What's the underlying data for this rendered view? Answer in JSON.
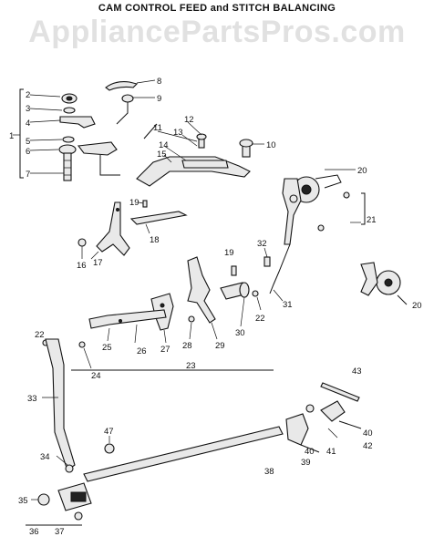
{
  "title": "CAM CONTROL FEED and STITCH BALANCING",
  "watermark": "AppliancePartsPros.com",
  "parts": [
    "1",
    "2",
    "3",
    "4",
    "5",
    "6",
    "7",
    "8",
    "9",
    "10",
    "11",
    "12",
    "13",
    "14",
    "15",
    "16",
    "17",
    "18",
    "19",
    "19",
    "20",
    "20",
    "21",
    "22",
    "22",
    "23",
    "24",
    "25",
    "26",
    "27",
    "28",
    "29",
    "30",
    "31",
    "32",
    "33",
    "34",
    "35",
    "36",
    "37",
    "38",
    "39",
    "40",
    "40",
    "41",
    "42",
    "43",
    "47"
  ]
}
